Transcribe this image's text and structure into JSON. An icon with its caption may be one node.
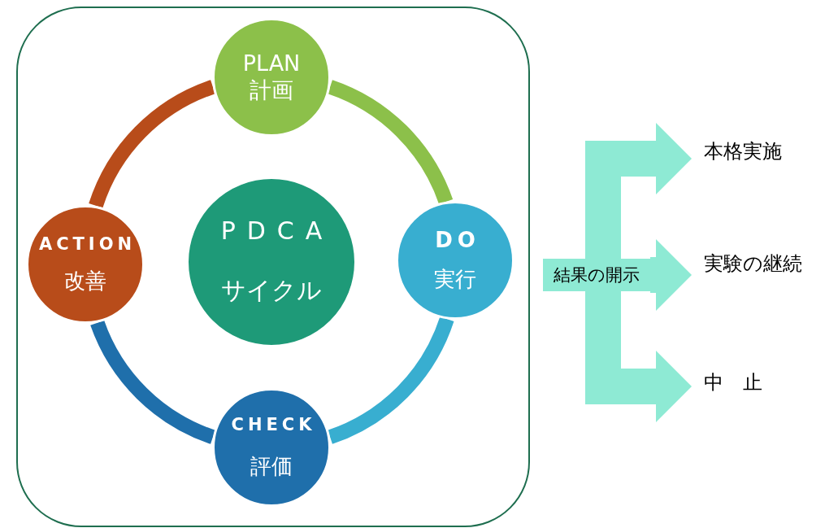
{
  "diagram": {
    "nodes": [
      {
        "text": [],
        "shape": "box"
      },
      {
        "text": [
          "PLAN",
          "計画"
        ],
        "in": 0
      },
      {
        "text": [
          "DO",
          "実行"
        ],
        "in": 0
      },
      {
        "text": [
          "CHECK",
          "評価"
        ],
        "in": 0
      },
      {
        "text": [
          "ACTION",
          "改善"
        ],
        "in": 0
      },
      {
        "text": [
          "PDCA",
          "サイクル"
        ],
        "in": 0
      },
      {
        "text": [
          "結果の開示"
        ]
      },
      {
        "text": [
          "本格実施"
        ]
      },
      {
        "text": [
          "実験の継続"
        ]
      },
      {
        "text": [
          "中　止"
        ]
      }
    ],
    "edges": [
      {
        "from": 1,
        "to": 2,
        "arrow": "none",
        "color": "#8cc04a"
      },
      {
        "from": 2,
        "to": 3,
        "arrow": "none",
        "color": "#38aed0"
      },
      {
        "from": 3,
        "to": 4,
        "arrow": "none",
        "color": "#1f6fab"
      },
      {
        "from": 4,
        "to": 1,
        "arrow": "none",
        "color": "#b84c1a"
      },
      {
        "from": 6,
        "to": 7,
        "arrow": "to",
        "style": "thick",
        "color": "#8eead4"
      },
      {
        "from": 6,
        "to": 8,
        "arrow": "to",
        "style": "thick",
        "color": "#8eead4"
      },
      {
        "from": 6,
        "to": 9,
        "arrow": "to",
        "style": "thick",
        "color": "#8eead4"
      }
    ]
  }
}
